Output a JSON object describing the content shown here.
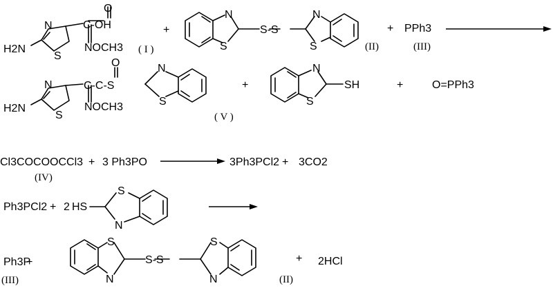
{
  "row1": {
    "reactant1": {
      "oh": "C-OH",
      "o": "O",
      "nh2": "H2N",
      "n": "N",
      "s": "S",
      "noch3": "NOCH3",
      "label": "( I )"
    },
    "plus1": "+",
    "reactant2": {
      "n_left": "N",
      "s_left": "S",
      "ss": "S-S",
      "n_right": "N",
      "s_right": "S",
      "label": "(II)"
    },
    "plus2": "+",
    "reactant3": {
      "name": "PPh3",
      "label": "(III)"
    }
  },
  "row2": {
    "product1": {
      "o": "O",
      "cs": "C-C-S",
      "nh2": "H2N",
      "n": "N",
      "s": "S",
      "noch3": "NOCH3",
      "n_btz": "N",
      "s_btz": "S",
      "label": "( V )"
    },
    "plus1": "+",
    "product2": {
      "n": "N",
      "s": "S",
      "sh": "SH"
    },
    "plus2": "+",
    "product3": {
      "name": "O=PPh3"
    }
  },
  "row3": {
    "reactant": "Cl3COCOOCCl3",
    "label": "(IV)",
    "plus1": "+",
    "reagent": "3 Ph3PO",
    "product1": "3Ph3PCl2",
    "plus2": "+",
    "product2": "3CO2"
  },
  "row4": {
    "reactant": "Ph3PCl2",
    "plus": "+",
    "coef": "2",
    "hs": "HS",
    "s": "S",
    "n": "N"
  },
  "row5": {
    "reactant": "Ph3P",
    "plus1": "+",
    "label_iii": "(III)",
    "s_left": "S",
    "n_left": "N",
    "ss": "S-S",
    "s_right": "S",
    "n_right": "N",
    "label_ii": "(II)",
    "plus2": "+",
    "hcl": "2HCl"
  }
}
